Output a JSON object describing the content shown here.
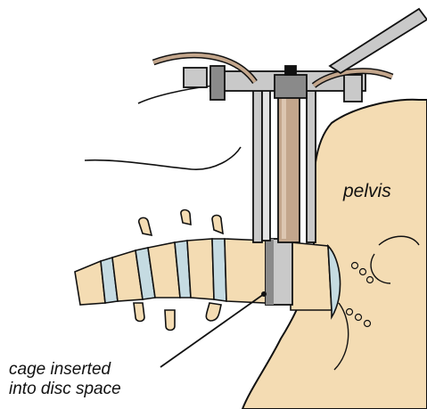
{
  "labels": {
    "pelvis": "pelvis",
    "cage_line1": "cage inserted",
    "cage_line2": "into disc space"
  },
  "colors": {
    "bone": "#f4dcb3",
    "disc": "#c5dbe2",
    "metal": "#c9c9c9",
    "metal_dark": "#8a8a8a",
    "rod": "#c3a68c",
    "outline": "#111111"
  }
}
